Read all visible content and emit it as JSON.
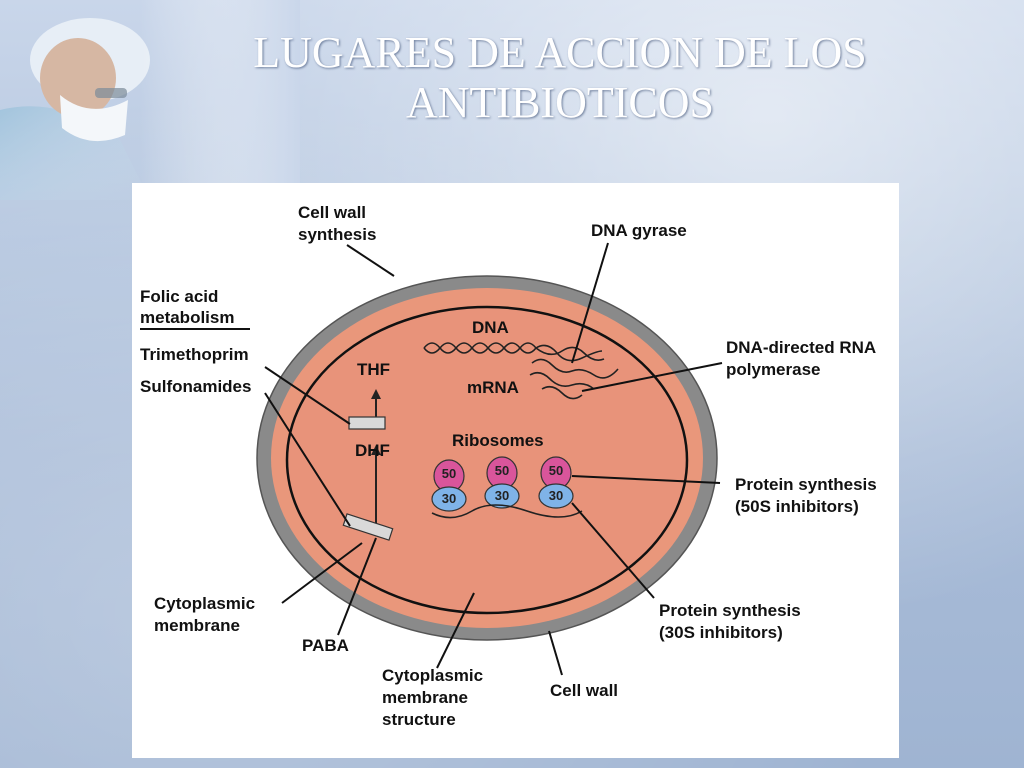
{
  "slide": {
    "title_line1": "LUGARES DE ACCION DE LOS",
    "title_line2": "ANTIBIOTICOS"
  },
  "diagram": {
    "cell_wall_synthesis_1": "Cell wall",
    "cell_wall_synthesis_2": "synthesis",
    "dna_gyrase": "DNA gyrase",
    "folic_acid_1": "Folic acid",
    "folic_acid_2": "metabolism",
    "trimethoprim": "Trimethoprim",
    "sulfonamides": "Sulfonamides",
    "dna": "DNA",
    "thf": "THF",
    "mrna": "mRNA",
    "ribosomes": "Ribosomes",
    "dhf": "DHF",
    "rna_polymerase_1": "DNA-directed RNA",
    "rna_polymerase_2": "polymerase",
    "protein_50s_1": "Protein synthesis",
    "protein_50s_2": "(50S inhibitors)",
    "protein_30s_1": "Protein synthesis",
    "protein_30s_2": "(30S inhibitors)",
    "cytoplasmic_membrane_1": "Cytoplasmic",
    "cytoplasmic_membrane_2": "membrane",
    "paba": "PABA",
    "membrane_structure_1": "Cytoplasmic",
    "membrane_structure_2": "membrane",
    "membrane_structure_3": "structure",
    "cell_wall": "Cell wall",
    "ribosome_large": "50",
    "ribosome_small": "30"
  },
  "colors": {
    "cell_wall": "#8a8a8a",
    "cytoplasm": "#e9977b",
    "ribosome_50s": "#d9559b",
    "ribosome_30s": "#7fb3e8"
  }
}
